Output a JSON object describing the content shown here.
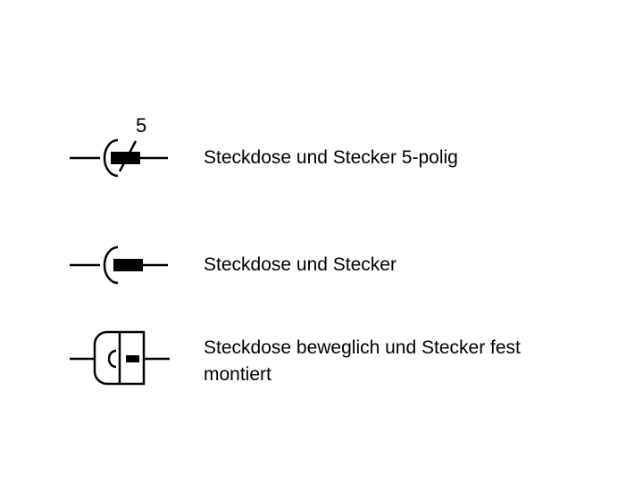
{
  "symbols": [
    {
      "id": "socket-plug-5pin",
      "annotation": "5",
      "label": "Steckdose und Stecker 5-polig"
    },
    {
      "id": "socket-plug",
      "label": "Steckdose und Stecker"
    },
    {
      "id": "socket-mobile-plug-fixed",
      "label_line1": "Steckdose beweglich und Stecker fest",
      "label_line2": "montiert"
    }
  ],
  "colors": {
    "stroke": "#000000",
    "background": "#ffffff"
  }
}
